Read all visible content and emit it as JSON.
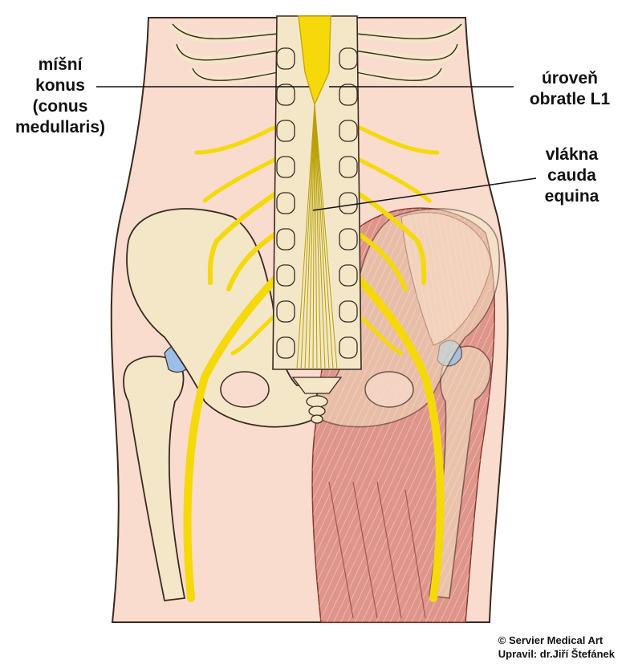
{
  "labels": {
    "conus": [
      "míšní",
      "konus",
      "(conus",
      "medullaris)"
    ],
    "level": [
      "úroveň",
      "obratle L1"
    ],
    "cauda": [
      "vlákna",
      "cauda",
      "equina"
    ]
  },
  "credit": [
    "© Servier Medical Art",
    "Upravil: dr.Jiří Štefánek"
  ],
  "colors": {
    "skin": "#f9dccd",
    "skin_outline": "#3a2a22",
    "bone": "#f3e7c8",
    "bone_shade": "#e2cf9e",
    "nerve": "#f5d90a",
    "nerve_dark": "#c9a800",
    "muscle": "#e0958a",
    "muscle_light": "#f1bcb3",
    "cartilage": "#9bbfe6"
  }
}
